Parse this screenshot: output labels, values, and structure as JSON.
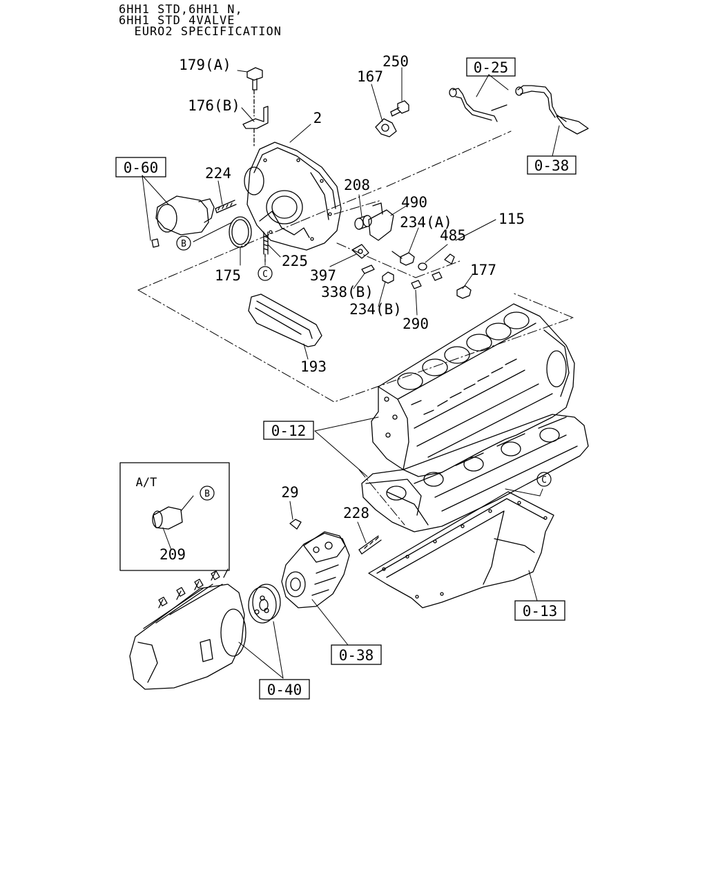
{
  "header": {
    "line1": "6HH1 STD,6HH1 N,",
    "line2": "6HH1 STD 4VALVE",
    "line3": "  EURO2 SPECIFICATION"
  },
  "callouts": {
    "p179": "179(A)",
    "p176": "176(B)",
    "p250": "250",
    "p167": "167",
    "p2": "2",
    "p224": "224",
    "p208": "208",
    "p490": "490",
    "p234a": "234(A)",
    "p115": "115",
    "p485": "485",
    "p177": "177",
    "p175": "175",
    "p225": "225",
    "p397": "397",
    "p338": "338(B)",
    "p234b": "234(B)",
    "p290": "290",
    "p193": "193",
    "p29": "29",
    "p228": "228",
    "p209": "209",
    "at": "A/T"
  },
  "refs": {
    "r025": "0-25",
    "r038a": "0-38",
    "r060": "0-60",
    "r012": "0-12",
    "r013": "0-13",
    "r038b": "0-38",
    "r040": "0-40"
  },
  "circles": {
    "b1": "B",
    "c1": "C",
    "c2": "C",
    "b2": "B"
  }
}
